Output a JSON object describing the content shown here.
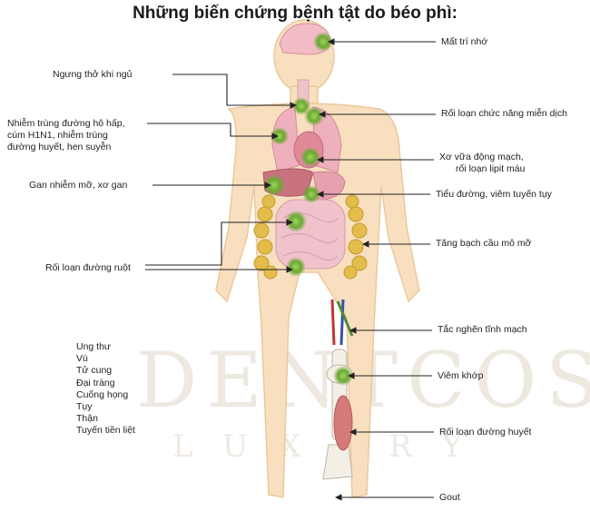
{
  "title": "Những biến chứng bệnh tật do béo phì:",
  "watermark": {
    "line1": "DENTCOS",
    "line2": "LUXURY"
  },
  "left_labels": {
    "sleep_apnea": "Ngưng thở khi ngủ",
    "respiratory": [
      "Nhiễm trùng đường hô hấp,",
      "cúm H1N1, nhiễm trùng",
      "đường huyết, hen suyễn"
    ],
    "fatty_liver": "Gan nhiễm mỡ, xơ gan",
    "intestinal": "Rối loạn đường ruột"
  },
  "right_labels": {
    "memory_loss": "Mất trí nhớ",
    "immune": "Rối loạn chức năng miễn dịch",
    "atherosclerosis": [
      "Xơ vữa động mạch,",
      "rối loạn lipit máu"
    ],
    "diabetes": "Tiểu đường, viêm tuyến tụy",
    "adipose": "Tăng bạch cầu mô mỡ",
    "vein_block": "Tắc nghẽn tĩnh mạch",
    "arthritis": "Viêm khớp",
    "blood_sugar": "Rối loạn đường huyết",
    "gout": "Gout"
  },
  "cancer_list": [
    "Ung thư",
    "Vú",
    "Tử cung",
    "Đại tràng",
    "Cuống họng",
    "Tụy",
    "Thận",
    "Tuyến tiền liệt"
  ],
  "colors": {
    "body": "#f8dfbf",
    "body_outline": "#ecc89c",
    "organ": "#eaa8b4",
    "liver": "#c9727f",
    "fat": "#e3bd4c",
    "spot": "#6aa833",
    "arrow": "#222222"
  }
}
